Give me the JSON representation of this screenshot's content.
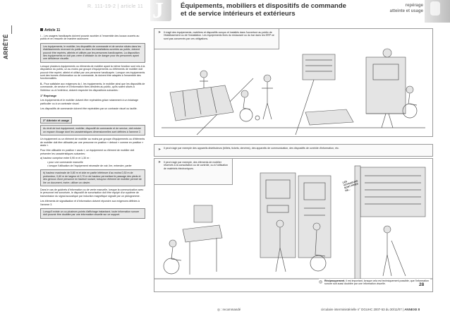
{
  "header": {
    "article_ref": "R. 111-19-2 | article 11",
    "chapter_letter": "J",
    "title_line1": "Équipements, mobiliers et dispositifs de commande",
    "title_line2": "et de service intérieurs et extérieurs",
    "right_line1": "repérage",
    "right_line2": "atteinte et usage"
  },
  "sidebar_label": "ARRÊTÉ",
  "left": {
    "article_title": "Article 11",
    "intro": "I. - Les usagers handicapés doivent pouvoir accéder à l'ensemble des locaux ouverts au public et en ressortir de manière autonome.",
    "box1": "Les équipements, le mobilier, les dispositifs de commande et de service situés dans les établissements recevant du public ou dans les installations ouvertes au public, doivent pouvoir être repérés, atteints et utilisés par les personnes handicapées. La disposition des équipements ne doit pas créer d'obstacle ou de danger pour les personnes ayant une déficience visuelle.",
    "para2": "Lorsque plusieurs équipements ou éléments de mobilier ayant la même fonction sont mis à la disposition du public, un au moins par groupe d'équipements ou d'éléments de mobilier doit pouvoir être repéré, atteint et utilisé par une personne handicapée. Lorsque ces équipements sont des bornes d'information ou de commande, ils doivent être adaptés à l'ensemble des fonctionnalités.",
    "para3_label": "II.",
    "para3": "- Pour satisfaire aux exigences du I, les équipements, le mobilier ainsi que les dispositifs de commande, de service et d'information fixes destinés au public, qu'ils soient situés à l'intérieur ou à l'extérieur, doivent respecter les dispositions suivantes :",
    "s1_title": "1° Repérage",
    "s1_text": "Les équipements et le mobilier doivent être repérables grâce notamment à un éclairage particulier ou à un contraste visuel.",
    "s1_text2": "Les dispositifs de commande doivent être repérables par un contraste visuel ou tactile.",
    "s2_title": "2° Atteinte et usage",
    "box2": "Au droit de tout équipement, mobilier, dispositif de commande et de service, doit exister un espace d'usage dont les caractéristiques dimensionnelles sont définies à l'annexe 2.",
    "para5": "Un équipement ou un élément de mobilier au moins par groupe d'équipements ou d'éléments de mobilier doit être utilisable par une personne en position « debout » comme en position « assis ».",
    "para6": "Pour être utilisable en position « assis », un équipement ou élément de mobilier doit présenter les caractéristiques suivantes :",
    "list_intro": "a) hauteur comprise entre 0,90 m et 1,30 m :",
    "list_items": [
      "pour une commande manuelle",
      "lorsque l'utilisation de l'équipement nécessite de voir, lire, entendre, parler"
    ],
    "box3": "b) hauteur maximale de 0,80 m et vide en partie inférieure d'au moins 0,30 m de profondeur, 0,60 m de largeur et 0,70 m de hauteur permettant le passage des pieds et des genoux d'une personne en fauteuil roulant, lorsqu'un élément de mobilier permet de lire un document, écrire, utiliser un clavier.",
    "para8": "Dans le cas de guichets d'information ou de vente manuelle, lorsque la communication avec le personnel est sonorisée, le dispositif de sonorisation doit être équipé d'un système de transmission du signal acoustique par induction magnétique signalé par un pictogramme.",
    "para9": "Les éléments de signalisation et d'information doivent répondre aux exigences définies à l'annexe 3.",
    "box4": "Lorsqu'il existe un ou plusieurs points d'affichage instantané, toute information sonore doit pouvoir être doublée par une information visuelle sur ce support."
  },
  "panels": {
    "top_caption": "Il s'agit des équipements, mobiliers et dispositifs conçus et installés dans l'ouverture au public de l'établissement ou de l'installation. Les équipements fixes du restaurant ou du bar dans les ERP ne sont pas concernés par ces obligations.",
    "middle_caption": "Il peut s'agir par exemple des appareils distributeurs (billets, tickets, denrées), des appareils de communication, des dispositifs de contrôle d'information, etc.",
    "lower_caption": "Il peut s'agir par exemple, des éléments de mobilier réservés à la consultation ou de contrôle, ou à l'utilisation de matériels électroniques.",
    "reciprocal_label": "Réciproquement",
    "reciprocal_text": ", il est important, lorsque cela est techniquement possible, que l'information sonore soit aussi doublée par une information visuelle.",
    "board_sign": "LES VOYAGEURS SONT PRIÉS DE..."
  },
  "footer": {
    "legend_symbol": "◎",
    "legend_text": ": recommandé",
    "source": "circulaire interministérielle n° DGUHC 2007-53 du 30/11/07",
    "annex": "ANNEXE 8",
    "page_number": "28"
  },
  "colors": {
    "grey_box": "#e9e9e9",
    "header_tab": "#d6d6d6",
    "border": "#8a8a8a"
  }
}
